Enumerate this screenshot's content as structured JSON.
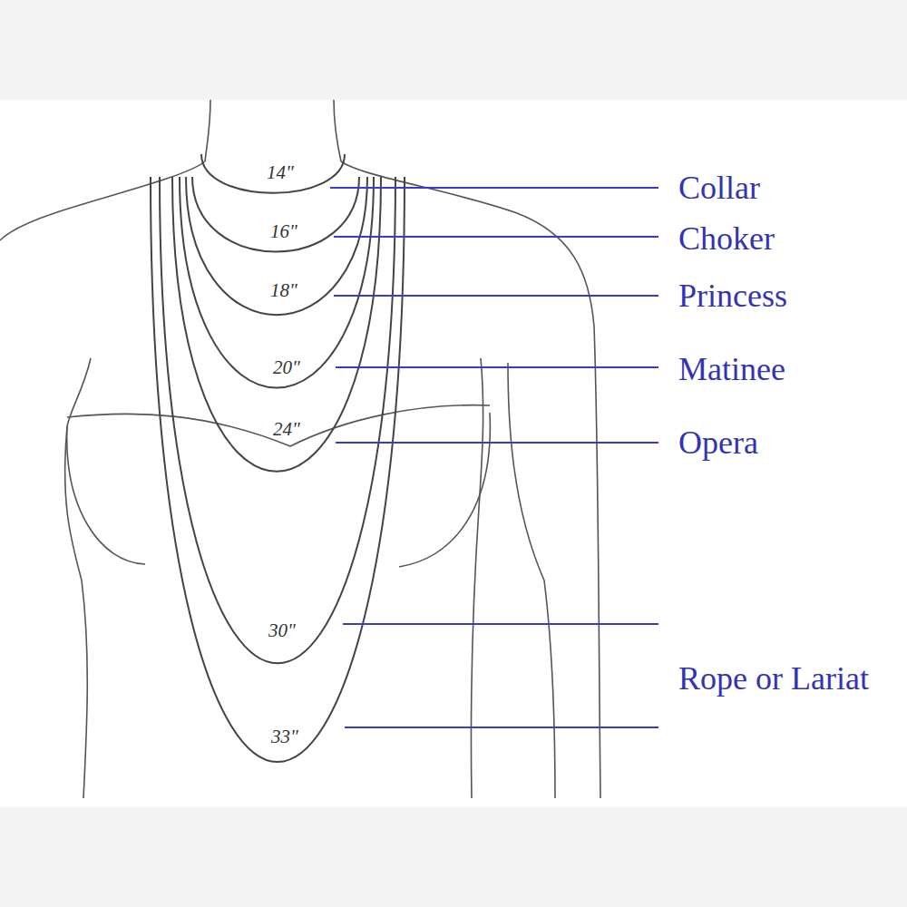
{
  "diagram": {
    "labels": [
      "14\"",
      "Collar",
      "16\"",
      "Choker",
      "18\"",
      "Princess",
      "20\"",
      "Matinee",
      "24\"",
      "Opera",
      "30\"",
      "33\"",
      "Rope or Lariat"
    ]
  }
}
